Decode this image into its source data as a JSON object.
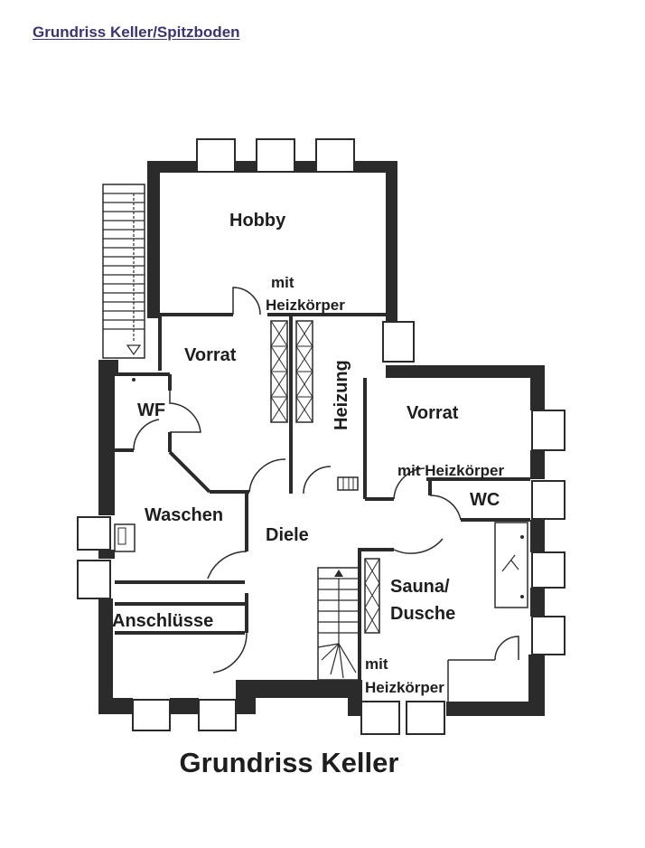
{
  "page": {
    "header_title": "Grundriss Keller/Spitzboden",
    "caption": "Grundriss Keller"
  },
  "rooms": {
    "hobby": "Hobby",
    "hobby_note_1": "mit",
    "hobby_note_2": "Heizkörper",
    "vorrat_left": "Vorrat",
    "wf": "WF",
    "heizung": "Heizung",
    "vorrat_right": "Vorrat",
    "vorrat_right_note": "mit Heizkörper",
    "wc": "WC",
    "waschen": "Waschen",
    "diele": "Diele",
    "sauna_1": "Sauna/",
    "sauna_2": "Dusche",
    "anschluesse": "Anschlüsse",
    "bottom_note_1": "mit",
    "bottom_note_2": "Heizkörper"
  }
}
